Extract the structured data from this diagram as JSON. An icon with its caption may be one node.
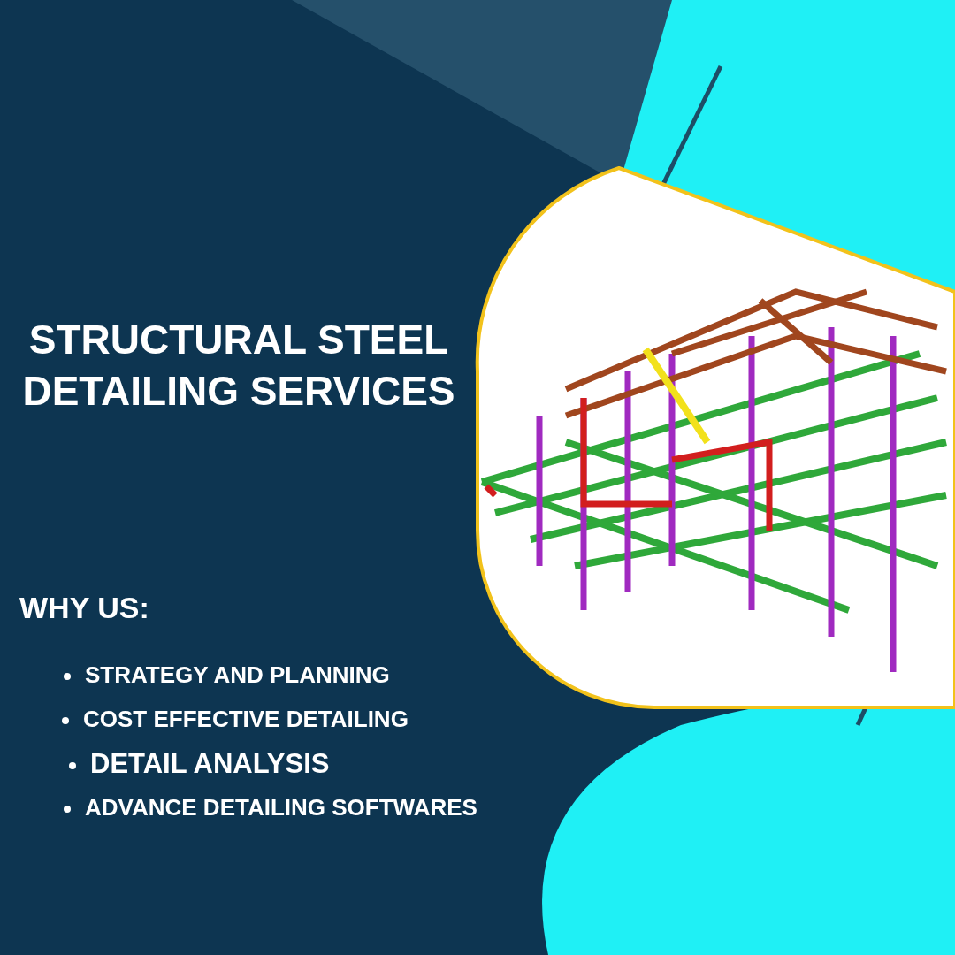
{
  "diagram": {
    "title": "STRUCTURAL STEEL DETAILING SERVICES",
    "labels": [
      "WHY US:",
      "STRATEGY AND PLANNING",
      "COST EFFECTIVE DETAILING",
      "DETAIL ANALYSIS",
      "ADVANCE DETAILING SOFTWARES"
    ]
  }
}
